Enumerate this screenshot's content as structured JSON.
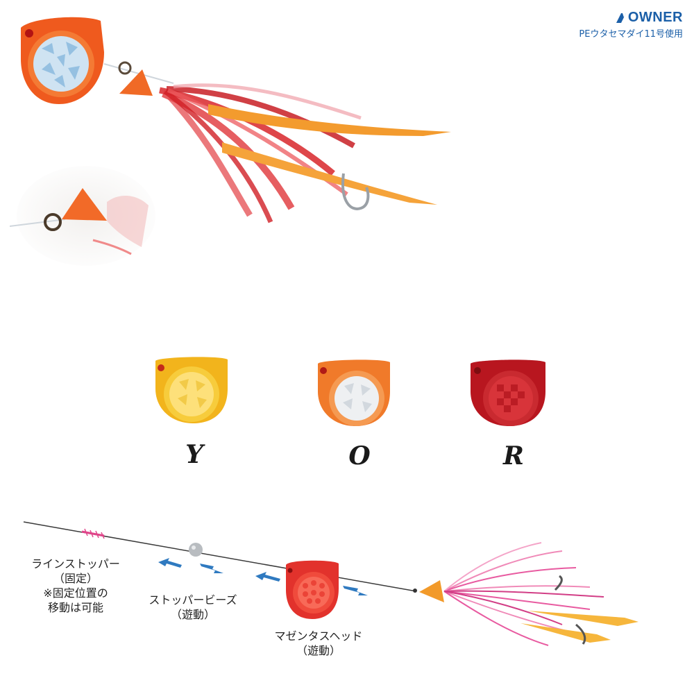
{
  "brand": {
    "name": "OWNER",
    "note": "PEウタセマダイ11号使用"
  },
  "variants": [
    {
      "code": "Y",
      "color": "#f2b41c"
    },
    {
      "code": "O",
      "color": "#f07a2a"
    },
    {
      "code": "R",
      "color": "#b8161f"
    }
  ],
  "diagram": {
    "line_stopper": [
      "ラインストッパー",
      "（固定）",
      "※固定位置の",
      "移動は可能"
    ],
    "stopper_beads": [
      "ストッパービーズ",
      "（遊動）"
    ],
    "magenta_head": [
      "マゼンタスヘッド",
      "（遊動）"
    ]
  }
}
